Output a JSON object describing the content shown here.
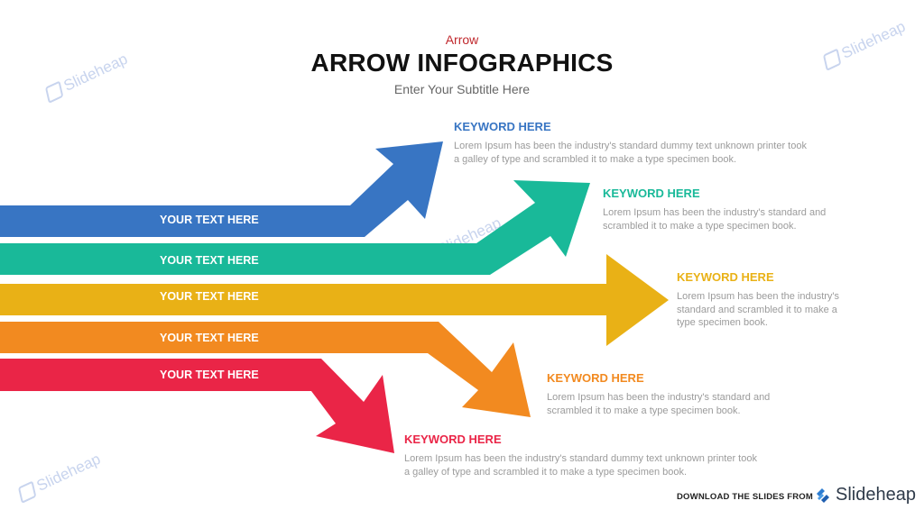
{
  "header": {
    "kicker": "Arrow",
    "title": "ARROW INFOGRAPHICS",
    "subtitle": "Enter Your Subtitle Here"
  },
  "colors": {
    "blue": "#3875c3",
    "teal": "#19b999",
    "yellow": "#e9b116",
    "orange": "#f28a20",
    "red": "#ea2547"
  },
  "arrows": [
    {
      "label": "YOUR TEXT HERE",
      "keyword": "KEYWORD HERE",
      "description": "Lorem Ipsum has been the industry's standard dummy text unknown printer took a galley of type and scrambled it to make a type specimen book."
    },
    {
      "label": "YOUR TEXT HERE",
      "keyword": "KEYWORD HERE",
      "description": "Lorem Ipsum has been the industry's standard and scrambled it to make a type specimen book."
    },
    {
      "label": "YOUR TEXT HERE",
      "keyword": "KEYWORD HERE",
      "description": "Lorem Ipsum has been the industry's standard and scrambled it to make a type specimen book."
    },
    {
      "label": "YOUR TEXT HERE",
      "keyword": "KEYWORD HERE",
      "description": "Lorem Ipsum has been the industry's standard and scrambled it to make a type specimen book."
    },
    {
      "label": "YOUR TEXT HERE",
      "keyword": "KEYWORD HERE",
      "description": "Lorem Ipsum has been the industry's standard dummy text unknown printer took a galley of type and scrambled it to make a type specimen book."
    }
  ],
  "watermark": "Slideheap",
  "footer": {
    "download_text": "DOWNLOAD THE SLIDES FROM",
    "brand": "Slideheap"
  }
}
